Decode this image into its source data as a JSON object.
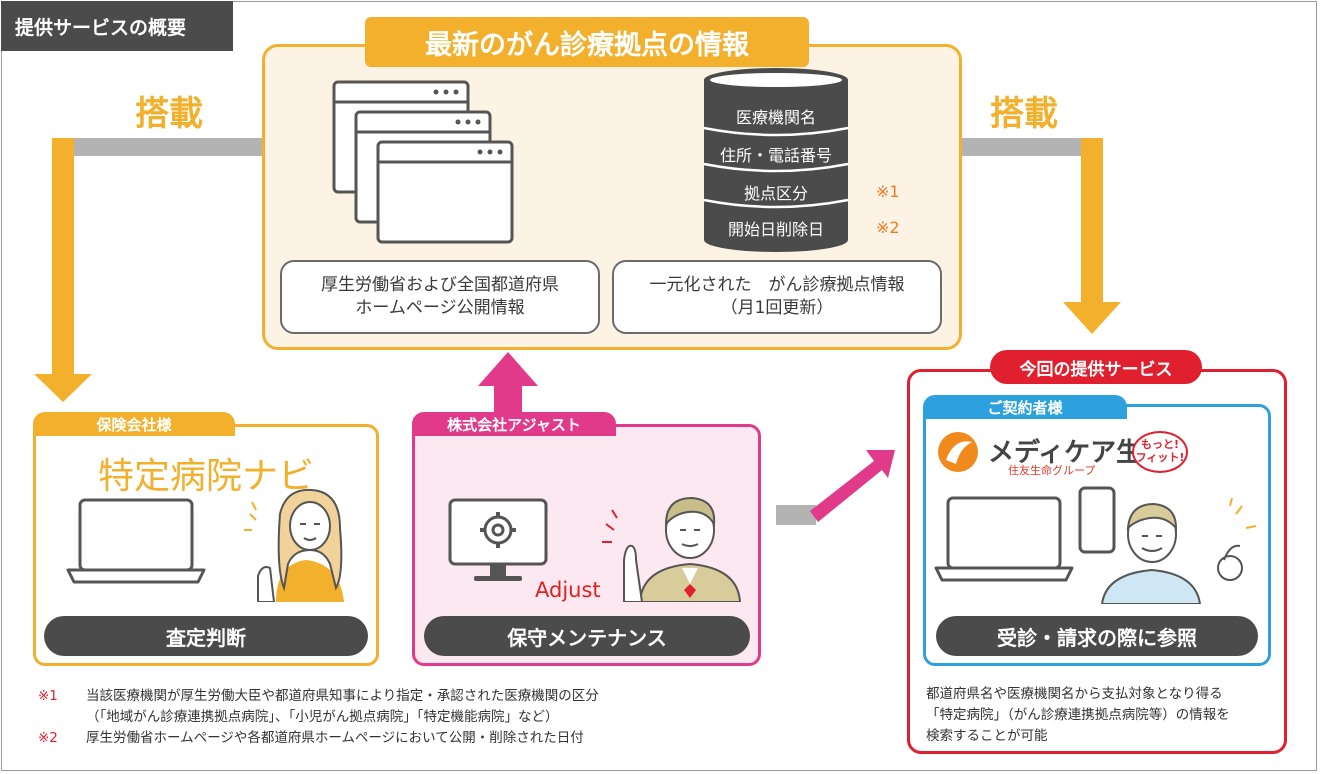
{
  "header": {
    "title": "提供サービスの概要"
  },
  "top": {
    "title": "最新のがん診療拠点の情報",
    "source_caption": [
      "厚生労働省および全国都道府県",
      "ホームページ公開情報"
    ],
    "db_caption": [
      "一元化された　がん診療拠点情報",
      "（月1回更新）"
    ],
    "db_fields": [
      "医療機関名",
      "住所・電話番号",
      "拠点区分",
      "開始日削除日"
    ],
    "db_marks": [
      "※1",
      "※2"
    ]
  },
  "flows": {
    "load_left": "搭載",
    "load_right": "搭載"
  },
  "insurer": {
    "tab": "保険会社様",
    "product": "特定病院ナビ",
    "action": "査定判断"
  },
  "adjust": {
    "tab": "株式会社アジャスト",
    "logo": "Adjust",
    "action": "保守メンテナンス"
  },
  "new_service": {
    "tab": "今回の提供サービス",
    "contract_tab": "ご契約者様",
    "brand": "メディケア生命",
    "brand_sub": "住友生命グループ",
    "badge": [
      "もっと!",
      "フィット!"
    ],
    "action": "受診・請求の際に参照",
    "desc": [
      "都道府県名や医療機関名から支払対象となり得る",
      "「特定病院」（がん診療連携拠点病院等）の情報を",
      "検索することが可能"
    ]
  },
  "notes": [
    {
      "mark": "※1",
      "text": "当該医療機関が厚生労働大臣や都道府県知事により指定・承認された医療機関の区分"
    },
    {
      "mark": "",
      "text": "（「地域がん診療連携拠点病院」、「小児がん拠点病院」「特定機能病院」など）"
    },
    {
      "mark": "※2",
      "text": "厚生労働省ホームページや各都道府県ホームページにおいて公開・削除された日付"
    }
  ],
  "colors": {
    "orange": "#f3b02c",
    "pink": "#e23a8a",
    "red": "#e0202e",
    "blue": "#2da1de",
    "dark": "#4b4b4b"
  }
}
